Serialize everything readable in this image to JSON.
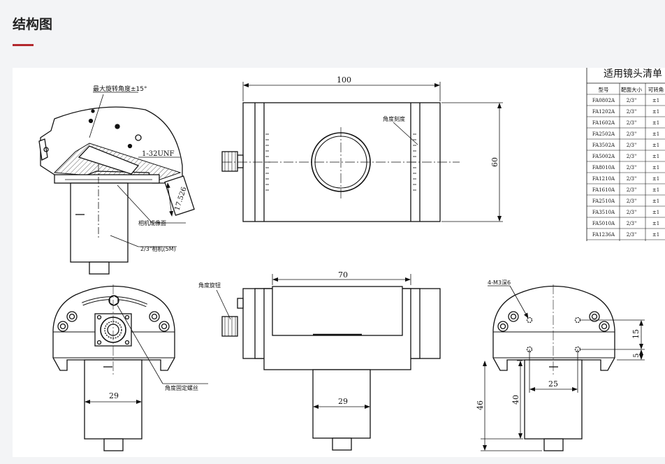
{
  "page": {
    "title": "结构图",
    "accent": "#b3282d"
  },
  "drawing": {
    "labels": {
      "max_rotation": "最大旋转角度±15°",
      "thread": "1-32UNF",
      "dim_17526": "17.526",
      "camera_plane": "相机成像面",
      "camera": "2/3\"相机(5M)",
      "angle_scale": "角度刻度",
      "angle_knob": "角度旋钮",
      "angle_lock_screw": "角度固定螺丝",
      "holes": "4-M3深6"
    },
    "dimensions": {
      "top_width": "100",
      "top_height": "60",
      "front_width": "70",
      "left_bottom_width": "29",
      "front_bottom_width": "29",
      "right_hole_spacing": "25",
      "right_height_total": "46",
      "right_height_body": "40",
      "right_v_15": "15",
      "right_v_5": "5"
    }
  },
  "lens_table": {
    "title": "适用镜头清单",
    "headers": [
      "型号",
      "靶面大小",
      "可转角"
    ],
    "rows": [
      {
        "model": "FA0802A",
        "size": "2/3\"",
        "angle": "±1"
      },
      {
        "model": "FA1202A",
        "size": "2/3\"",
        "angle": "±1"
      },
      {
        "model": "FA1602A",
        "size": "2/3\"",
        "angle": "±1"
      },
      {
        "model": "FA2502A",
        "size": "2/3\"",
        "angle": "±1"
      },
      {
        "model": "FA3502A",
        "size": "2/3\"",
        "angle": "±1"
      },
      {
        "model": "FA5002A",
        "size": "2/3\"",
        "angle": "±1"
      },
      {
        "model": "FA8010A",
        "size": "2/3\"",
        "angle": "±1"
      },
      {
        "model": "FA1210A",
        "size": "2/3\"",
        "angle": "±1"
      },
      {
        "model": "FA1610A",
        "size": "2/3\"",
        "angle": "±1"
      },
      {
        "model": "FA2510A",
        "size": "2/3\"",
        "angle": "±1"
      },
      {
        "model": "FA3510A",
        "size": "2/3\"",
        "angle": "±1"
      },
      {
        "model": "FA5010A",
        "size": "2/3\"",
        "angle": "±1"
      },
      {
        "model": "FA1236A",
        "size": "2/3\"",
        "angle": "±1"
      }
    ]
  }
}
